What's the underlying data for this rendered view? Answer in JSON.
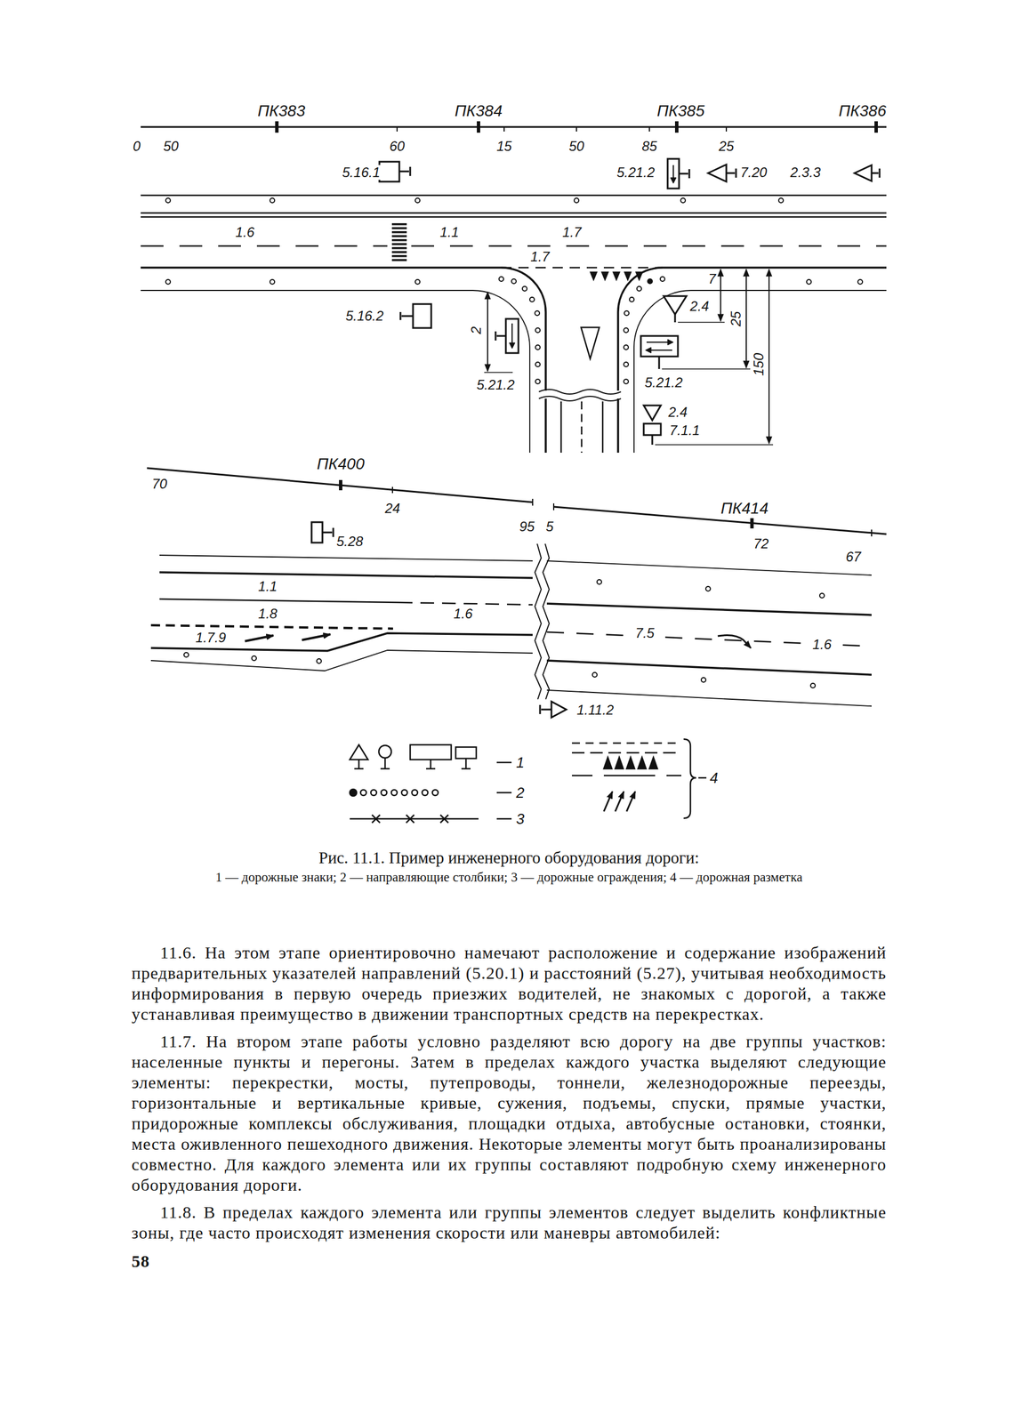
{
  "diagram": {
    "caption": "Рис. 11.1. Пример инженерного оборудования дороги:",
    "labels": [
      "ПК383",
      "ПК384",
      "ПК385",
      "ПК386",
      "0",
      "50",
      "60",
      "15",
      "50",
      "85",
      "25",
      "5.16.1",
      "5.21.2",
      "7.20",
      "2.3.3",
      "1.6",
      "1.1",
      "1.7",
      "1.7",
      "5.16.2",
      "2",
      "5.21.2",
      "2.4",
      "7",
      "25",
      "5.21.2",
      "150",
      "2.4",
      "7.1.1",
      "ПК400",
      "70",
      "24",
      "95",
      "5",
      "ПК414",
      "72",
      "67",
      "5.28",
      "1.1",
      "1.8",
      "1.6",
      "1.7.9",
      "7.5",
      "1.6",
      "1.11.2",
      "1 — дорожные знаки; 2 — направляющие столбики; 3 — дорожные ограждения; 4 — дорожная разметка",
      "11.6. На этом этапе ориентировочно намечают расположение и содержание изображений предварительных указателей направлений (5.20.1) и расстояний (5.27), учитывая необходимость информирования в первую очередь приезжих водителей, не знакомых с дорогой, а также устанавливая преимущество в движении транспортных средств на перекрестках.",
      "11.7. На втором этапе работы условно разделяют всю дорогу на две группы участков: населенные пункты и перегоны. Затем в пределах каждого участка выделяют следующие элементы: перекрестки, мосты, путепроводы, тоннели, железнодорожные переезды, горизонтальные и вертикальные кривые, сужения, подъемы, спуски, прямые участки, придорожные комплексы обслуживания, площадки отдыха, автобусные остановки, стоянки, места оживленного пешеходного движения. Некоторые элементы могут быть проанализированы совместно. Для каждого элемента или их группы составляют подробную схему инженерного оборудования дороги.",
      "11.8. В пределах каждого элемента или группы элементов следует выделить конфликтные зоны, где часто происходят изменения скорости или маневры автомобилей:",
      "58"
    ],
    "legend": [
      {
        "text": "1"
      },
      {
        "text": "2"
      },
      {
        "text": "3"
      },
      {
        "text": "4"
      }
    ]
  }
}
